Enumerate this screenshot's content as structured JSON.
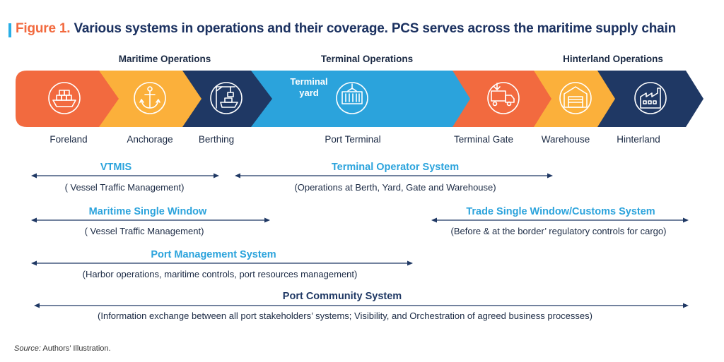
{
  "title": {
    "figure_label": "Figure 1.",
    "text": "Various systems in operations and their coverage. PCS serves across the maritime supply chain"
  },
  "sections": {
    "maritime": "Maritime Operations",
    "terminal": "Terminal Operations",
    "hinterland": "Hinterland Operations"
  },
  "stages": {
    "foreland": "Foreland",
    "anchorage": "Anchorage",
    "berthing": "Berthing",
    "terminal_yard": "Terminal yard",
    "port_terminal": "Port Terminal",
    "terminal_gate": "Terminal Gate",
    "warehouse": "Warehouse",
    "hinterland": "Hinterland"
  },
  "systems": {
    "vtmis": {
      "name": "VTMIS",
      "desc": "( Vessel Traffic Management)"
    },
    "tos": {
      "name": "Terminal Operator System",
      "desc": "(Operations at Berth, Yard, Gate and Warehouse)"
    },
    "msw": {
      "name": "Maritime Single Window",
      "desc": "( Vessel Traffic Management)"
    },
    "tsw": {
      "name": "Trade Single Window/Customs System",
      "desc": "(Before & at the border’ regulatory controls for cargo)"
    },
    "pms": {
      "name": "Port Management System",
      "desc": "(Harbor operations, maritime controls, port resources management)"
    },
    "pcs": {
      "name": "Port Community System",
      "desc": "(Information exchange between all port stakeholders’ systems; Visibility, and Orchestration of agreed business processes)"
    }
  },
  "source": {
    "label": "Source:",
    "text": " Authors’ Illustration."
  },
  "colors": {
    "orange": "#f26a3f",
    "yellow": "#fbb03b",
    "navy": "#1f3864",
    "blue": "#2ba3dc",
    "arrow": "#1f3864"
  },
  "icons": [
    "ship-icon",
    "anchor-icon",
    "crane-ship-icon",
    "container-crane-icon",
    "truck-icon",
    "warehouse-icon",
    "factory-icon"
  ]
}
